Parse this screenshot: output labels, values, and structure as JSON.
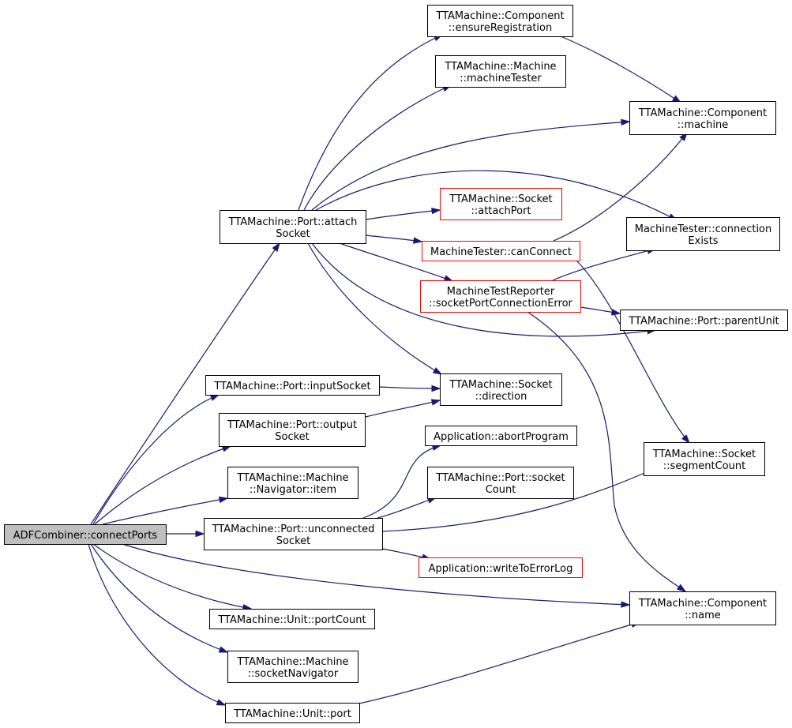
{
  "diagram": {
    "colors": {
      "edge": "#191970",
      "root_fill": "#bfbfbf",
      "node_fill": "#ffffff",
      "border_normal": "#000000",
      "border_highlight": "#ff0000"
    },
    "nodes": [
      {
        "id": "connectPorts",
        "lines": [
          "ADFCombiner::connectPorts"
        ],
        "style": "root"
      },
      {
        "id": "attachSocket",
        "lines": [
          "TTAMachine::Port::attach",
          "Socket"
        ],
        "style": "normal"
      },
      {
        "id": "inputSocket",
        "lines": [
          "TTAMachine::Port::inputSocket"
        ],
        "style": "normal"
      },
      {
        "id": "outputSocket",
        "lines": [
          "TTAMachine::Port::output",
          "Socket"
        ],
        "style": "normal"
      },
      {
        "id": "navItem",
        "lines": [
          "TTAMachine::Machine",
          "::Navigator::item"
        ],
        "style": "normal"
      },
      {
        "id": "unconnectedSocket",
        "lines": [
          "TTAMachine::Port::unconnected",
          "Socket"
        ],
        "style": "normal"
      },
      {
        "id": "unitPortCount",
        "lines": [
          "TTAMachine::Unit::portCount"
        ],
        "style": "normal"
      },
      {
        "id": "socketNavigator",
        "lines": [
          "TTAMachine::Machine",
          "::socketNavigator"
        ],
        "style": "normal"
      },
      {
        "id": "unitPort",
        "lines": [
          "TTAMachine::Unit::port"
        ],
        "style": "normal"
      },
      {
        "id": "ensureRegistration",
        "lines": [
          "TTAMachine::Component",
          "::ensureRegistration"
        ],
        "style": "normal"
      },
      {
        "id": "machineTester",
        "lines": [
          "TTAMachine::Machine",
          "::machineTester"
        ],
        "style": "normal"
      },
      {
        "id": "socketAttachPort",
        "lines": [
          "TTAMachine::Socket",
          "::attachPort"
        ],
        "style": "highlight"
      },
      {
        "id": "canConnect",
        "lines": [
          "MachineTester::canConnect"
        ],
        "style": "highlight"
      },
      {
        "id": "socketPortConnectionError",
        "lines": [
          "MachineTestReporter",
          "::socketPortConnectionError"
        ],
        "style": "highlight"
      },
      {
        "id": "socketDirection",
        "lines": [
          "TTAMachine::Socket",
          "::direction"
        ],
        "style": "normal"
      },
      {
        "id": "abortProgram",
        "lines": [
          "Application::abortProgram"
        ],
        "style": "normal"
      },
      {
        "id": "portSocketCount",
        "lines": [
          "TTAMachine::Port::socket",
          "Count"
        ],
        "style": "normal"
      },
      {
        "id": "writeToErrorLog",
        "lines": [
          "Application::writeToErrorLog"
        ],
        "style": "highlight"
      },
      {
        "id": "componentMachine",
        "lines": [
          "TTAMachine::Component",
          "::machine"
        ],
        "style": "normal"
      },
      {
        "id": "connectionExists",
        "lines": [
          "MachineTester::connection",
          "Exists"
        ],
        "style": "normal"
      },
      {
        "id": "parentUnit",
        "lines": [
          "TTAMachine::Port::parentUnit"
        ],
        "style": "normal"
      },
      {
        "id": "segmentCount",
        "lines": [
          "TTAMachine::Socket",
          "::segmentCount"
        ],
        "style": "normal"
      },
      {
        "id": "componentName",
        "lines": [
          "TTAMachine::Component",
          "::name"
        ],
        "style": "normal"
      }
    ],
    "edges": [
      [
        "connectPorts",
        "attachSocket"
      ],
      [
        "connectPorts",
        "inputSocket"
      ],
      [
        "connectPorts",
        "outputSocket"
      ],
      [
        "connectPorts",
        "navItem"
      ],
      [
        "connectPorts",
        "unconnectedSocket"
      ],
      [
        "connectPorts",
        "componentName"
      ],
      [
        "connectPorts",
        "unitPortCount"
      ],
      [
        "connectPorts",
        "socketNavigator"
      ],
      [
        "connectPorts",
        "unitPort"
      ],
      [
        "attachSocket",
        "ensureRegistration"
      ],
      [
        "attachSocket",
        "machineTester"
      ],
      [
        "attachSocket",
        "componentMachine"
      ],
      [
        "attachSocket",
        "connectionExists"
      ],
      [
        "attachSocket",
        "socketAttachPort"
      ],
      [
        "attachSocket",
        "canConnect"
      ],
      [
        "attachSocket",
        "socketPortConnectionError"
      ],
      [
        "attachSocket",
        "parentUnit"
      ],
      [
        "attachSocket",
        "socketDirection"
      ],
      [
        "ensureRegistration",
        "componentMachine"
      ],
      [
        "canConnect",
        "componentMachine"
      ],
      [
        "canConnect",
        "segmentCount"
      ],
      [
        "socketPortConnectionError",
        "connectionExists"
      ],
      [
        "socketPortConnectionError",
        "parentUnit"
      ],
      [
        "socketPortConnectionError",
        "componentName"
      ],
      [
        "inputSocket",
        "socketDirection"
      ],
      [
        "outputSocket",
        "socketDirection"
      ],
      [
        "unconnectedSocket",
        "abortProgram"
      ],
      [
        "unconnectedSocket",
        "portSocketCount"
      ],
      [
        "unconnectedSocket",
        "segmentCount"
      ],
      [
        "unconnectedSocket",
        "writeToErrorLog"
      ],
      [
        "unitPort",
        "componentName"
      ]
    ]
  }
}
